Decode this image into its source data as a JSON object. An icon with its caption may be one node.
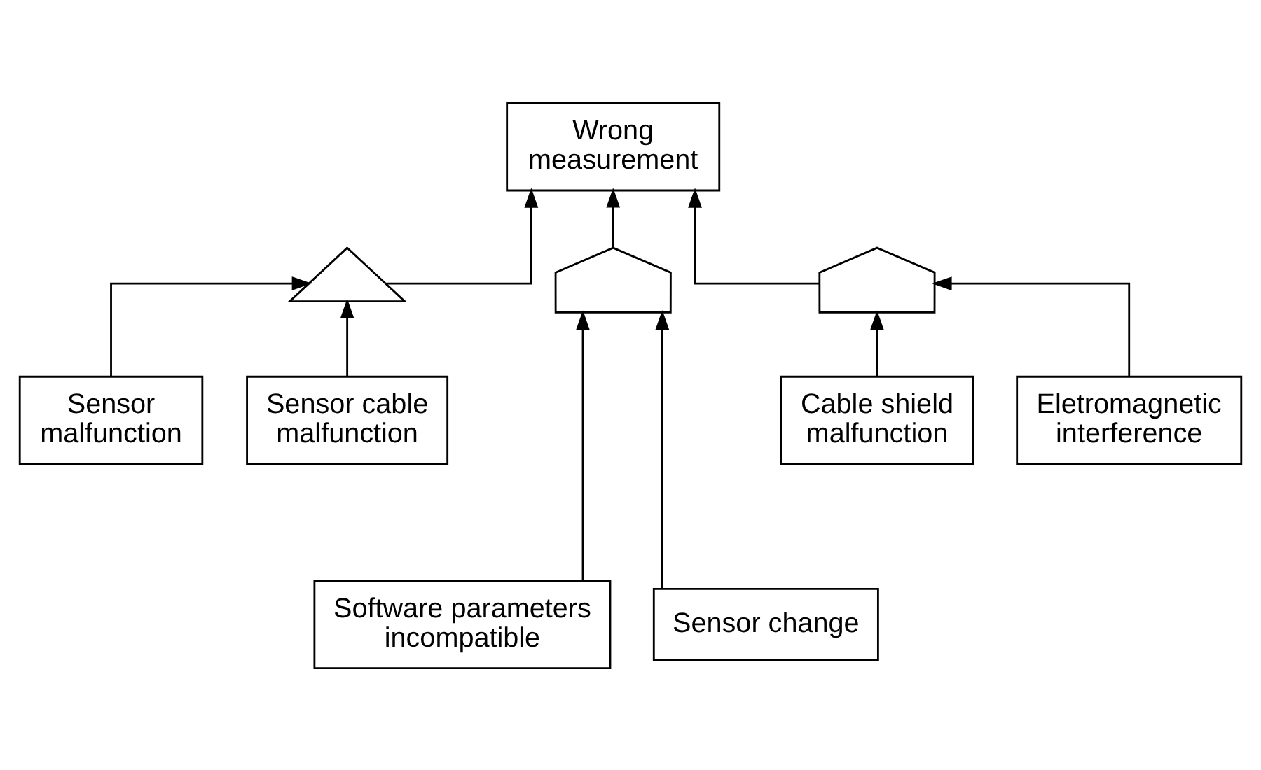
{
  "diagram": {
    "nodes": [
      {
        "text": [
          "Wrong measurement"
        ]
      },
      {
        "text": [],
        "shape": "or-gate"
      },
      {
        "text": [],
        "shape": "and-gate"
      },
      {
        "text": [],
        "shape": "and-gate"
      },
      {
        "text": [
          "Sensor malfunction"
        ]
      },
      {
        "text": [
          "Sensor cable malfunction"
        ]
      },
      {
        "text": [
          "Cable shield malfunction"
        ]
      },
      {
        "text": [
          "Eletromagnetic interference"
        ]
      },
      {
        "text": [
          "Software parameters incompatible"
        ]
      },
      {
        "text": [
          "Sensor change"
        ]
      }
    ],
    "edges": [
      {
        "from": 1,
        "to": 0,
        "arrow": "to"
      },
      {
        "from": 2,
        "to": 0,
        "arrow": "to"
      },
      {
        "from": 3,
        "to": 0,
        "arrow": "to"
      },
      {
        "from": 4,
        "to": 1,
        "arrow": "to"
      },
      {
        "from": 5,
        "to": 1,
        "arrow": "to"
      },
      {
        "from": 8,
        "to": 2,
        "arrow": "to"
      },
      {
        "from": 9,
        "to": 2,
        "arrow": "to"
      },
      {
        "from": 6,
        "to": 3,
        "arrow": "to"
      },
      {
        "from": 7,
        "to": 3,
        "arrow": "to"
      }
    ]
  }
}
